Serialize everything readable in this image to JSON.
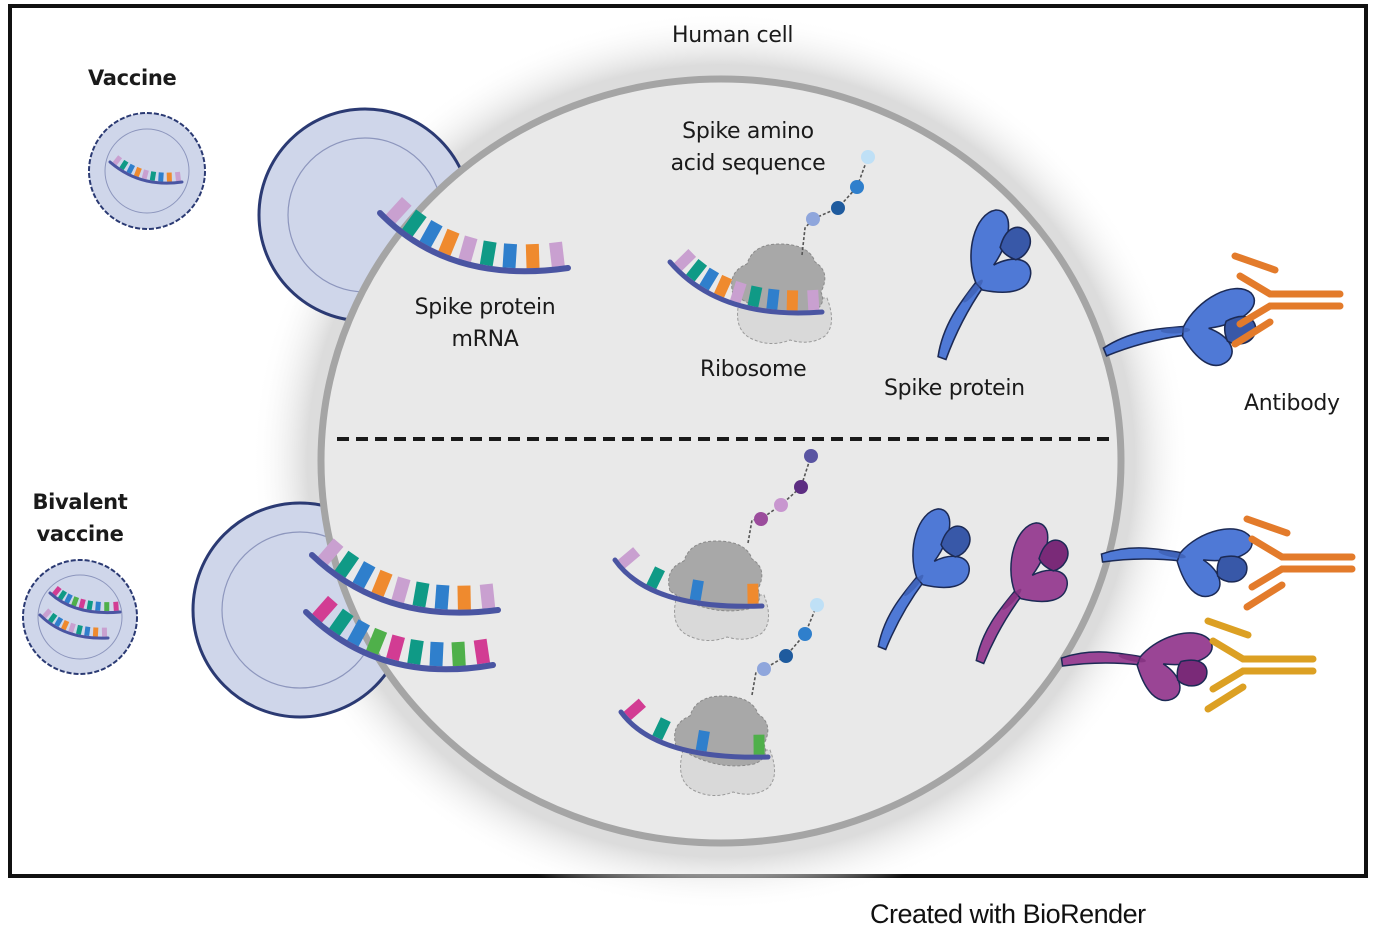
{
  "title": "Human cell",
  "labels": {
    "vaccine": "Vaccine",
    "bivalent_line1": "Bivalent",
    "bivalent_line2": "vaccine",
    "human_cell": "Human cell",
    "spike_amino_line1": "Spike amino",
    "spike_amino_line2": "acid sequence",
    "spike_mrna_line1": "Spike protein",
    "spike_mrna_line2": "mRNA",
    "ribosome": "Ribosome",
    "spike_protein": "Spike protein",
    "antibody": "Antibody"
  },
  "credit": "Created with BioRender",
  "colors": {
    "frame": "#111111",
    "cell_fill": "#e9e9e9",
    "cell_membrane": "#a5a5a5",
    "particle_fill": "#cfd6ea",
    "particle_edge": "#2b3a73",
    "mrna_backbone": "#4a55a2",
    "base_pink": "#c9a0d0",
    "base_teal": "#0f9a86",
    "base_blue": "#2f7fcc",
    "base_orange": "#ef8a2e",
    "base_green": "#4fb04a",
    "base_magenta": "#d23c93",
    "ribosome_large": "#a8a8a8",
    "ribosome_small": "#d9d9d9",
    "spike_original": "#4f79d6",
    "spike_original_dark": "#3858a8",
    "spike_variant": "#9a4595",
    "spike_variant_dark": "#7a2a78",
    "antibody_orange": "#e37b2b",
    "antibody_gold": "#dca023"
  },
  "mrna_sequences": {
    "original": [
      "pink",
      "teal",
      "blue",
      "orange",
      "pink",
      "teal",
      "blue",
      "orange",
      "pink"
    ],
    "variant": [
      "magenta",
      "teal",
      "blue",
      "green",
      "magenta",
      "teal",
      "blue",
      "green",
      "magenta"
    ]
  }
}
